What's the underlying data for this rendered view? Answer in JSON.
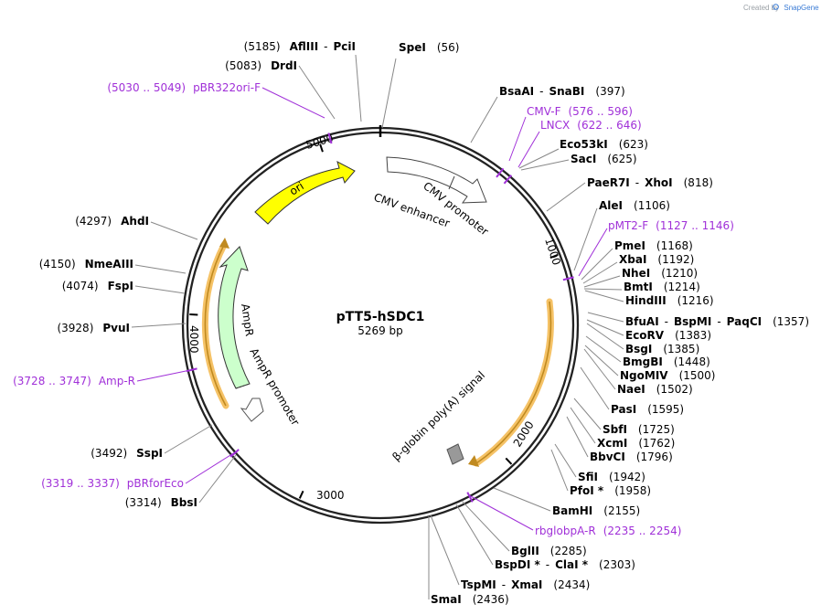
{
  "credit": {
    "prefix": "Created by",
    "brand": "SnapGene"
  },
  "plasmid": {
    "name": "pTT5-hSDC1",
    "size_label": "5269 bp",
    "length": 5269
  },
  "ticks": [
    {
      "pos": 1000,
      "label": "1000"
    },
    {
      "pos": 2000,
      "label": "2000"
    },
    {
      "pos": 3000,
      "label": "3000"
    },
    {
      "pos": 4000,
      "label": "4000"
    },
    {
      "pos": 5000,
      "label": "5000"
    }
  ],
  "features": [
    {
      "name": "ori",
      "color": "#ffff00",
      "label": "ori"
    },
    {
      "name": "CMV enhancer",
      "color": "#ffffff",
      "label": "CMV enhancer"
    },
    {
      "name": "CMV promoter",
      "color": "#ffffff",
      "label": "CMV promoter"
    },
    {
      "name": "AmpR",
      "color": "#ccffcc",
      "label": "AmpR"
    },
    {
      "name": "AmpR promoter",
      "color": "#ffffff",
      "label": "AmpR promoter"
    },
    {
      "name": "beta-globin poly(A) signal",
      "color": "#999999",
      "label": "β-globin poly(A) signal"
    }
  ],
  "colors": {
    "primer": "#a030d8",
    "orf_highlight": "#f5c266",
    "orf_line": "#c08a20",
    "backbone": "#222222"
  },
  "sites": [
    {
      "id": "speI",
      "parts": [
        "SpeI"
      ],
      "pos": "(56)"
    },
    {
      "id": "bsaai",
      "parts": [
        "BsaAI",
        "SnaBI"
      ],
      "pos": "(397)"
    },
    {
      "id": "cmvf",
      "primer": "CMV-F",
      "pos": "(576 .. 596)"
    },
    {
      "id": "lncx",
      "primer": "LNCX",
      "pos": "(622 .. 646)"
    },
    {
      "id": "eco53ki",
      "parts": [
        "Eco53kI"
      ],
      "pos": "(623)"
    },
    {
      "id": "saci",
      "parts": [
        "SacI"
      ],
      "pos": "(625)"
    },
    {
      "id": "paer7i",
      "parts": [
        "PaeR7I",
        "XhoI"
      ],
      "pos": "(818)"
    },
    {
      "id": "alei",
      "parts": [
        "AleI"
      ],
      "pos": "(1106)"
    },
    {
      "id": "pmt2f",
      "primer": "pMT2-F",
      "pos": "(1127 .. 1146)"
    },
    {
      "id": "pmei",
      "parts": [
        "PmeI"
      ],
      "pos": "(1168)"
    },
    {
      "id": "xbai",
      "parts": [
        "XbaI"
      ],
      "pos": "(1192)"
    },
    {
      "id": "nhei",
      "parts": [
        "NheI"
      ],
      "pos": "(1210)"
    },
    {
      "id": "bmti",
      "parts": [
        "BmtI"
      ],
      "pos": "(1214)"
    },
    {
      "id": "hindiii",
      "parts": [
        "HindIII"
      ],
      "pos": "(1216)"
    },
    {
      "id": "bfuai",
      "parts": [
        "BfuAI",
        "BspMI",
        "PaqCI"
      ],
      "pos": "(1357)"
    },
    {
      "id": "ecorv",
      "parts": [
        "EcoRV"
      ],
      "pos": "(1383)"
    },
    {
      "id": "bsgi",
      "parts": [
        "BsgI"
      ],
      "pos": "(1385)"
    },
    {
      "id": "bmgbi",
      "parts": [
        "BmgBI"
      ],
      "pos": "(1448)"
    },
    {
      "id": "ngomiv",
      "parts": [
        "NgoMIV"
      ],
      "pos": "(1500)"
    },
    {
      "id": "naei",
      "parts": [
        "NaeI"
      ],
      "pos": "(1502)"
    },
    {
      "id": "pasi",
      "parts": [
        "PasI"
      ],
      "pos": "(1595)"
    },
    {
      "id": "sbfi",
      "parts": [
        "SbfI"
      ],
      "pos": "(1725)"
    },
    {
      "id": "xcmi",
      "parts": [
        "XcmI"
      ],
      "pos": "(1762)"
    },
    {
      "id": "bbvci",
      "parts": [
        "BbvCI"
      ],
      "pos": "(1796)"
    },
    {
      "id": "sfii",
      "parts": [
        "SfiI"
      ],
      "pos": "(1942)"
    },
    {
      "id": "pfoi",
      "parts": [
        "PfoI *"
      ],
      "pos": "(1958)"
    },
    {
      "id": "bamhi",
      "parts": [
        "BamHI"
      ],
      "pos": "(2155)"
    },
    {
      "id": "rbglobpa",
      "primer": "rbglobpA-R",
      "pos": "(2235 .. 2254)"
    },
    {
      "id": "bglii",
      "parts": [
        "BglII"
      ],
      "pos": "(2285)"
    },
    {
      "id": "bspdi",
      "parts": [
        "BspDI *",
        "ClaI *"
      ],
      "pos": "(2303)"
    },
    {
      "id": "tspmi",
      "parts": [
        "TspMI",
        "XmaI"
      ],
      "pos": "(2434)"
    },
    {
      "id": "smai",
      "parts": [
        "SmaI"
      ],
      "pos": "(2436)"
    },
    {
      "id": "bbsi",
      "parts": [
        "BbsI"
      ],
      "pos": "(3314)"
    },
    {
      "id": "pbrforeco",
      "primer": "pBRforEco",
      "pos": "(3319 .. 3337)"
    },
    {
      "id": "sspi",
      "parts": [
        "SspI"
      ],
      "pos": "(3492)"
    },
    {
      "id": "ampr",
      "primer": "Amp-R",
      "pos": "(3728 .. 3747)"
    },
    {
      "id": "pvui",
      "parts": [
        "PvuI"
      ],
      "pos": "(3928)"
    },
    {
      "id": "fspi",
      "parts": [
        "FspI"
      ],
      "pos": "(4074)"
    },
    {
      "id": "nmeaiii",
      "parts": [
        "NmeAIII"
      ],
      "pos": "(4150)"
    },
    {
      "id": "ahdi",
      "parts": [
        "AhdI"
      ],
      "pos": "(4297)"
    },
    {
      "id": "pbr322",
      "primer": "pBR322ori-F",
      "pos": "(5030 .. 5049)"
    },
    {
      "id": "drdi",
      "parts": [
        "DrdI"
      ],
      "pos": "(5083)"
    },
    {
      "id": "aflIII",
      "parts": [
        "AflIII",
        "PciI"
      ],
      "pos": "(5185)"
    }
  ]
}
